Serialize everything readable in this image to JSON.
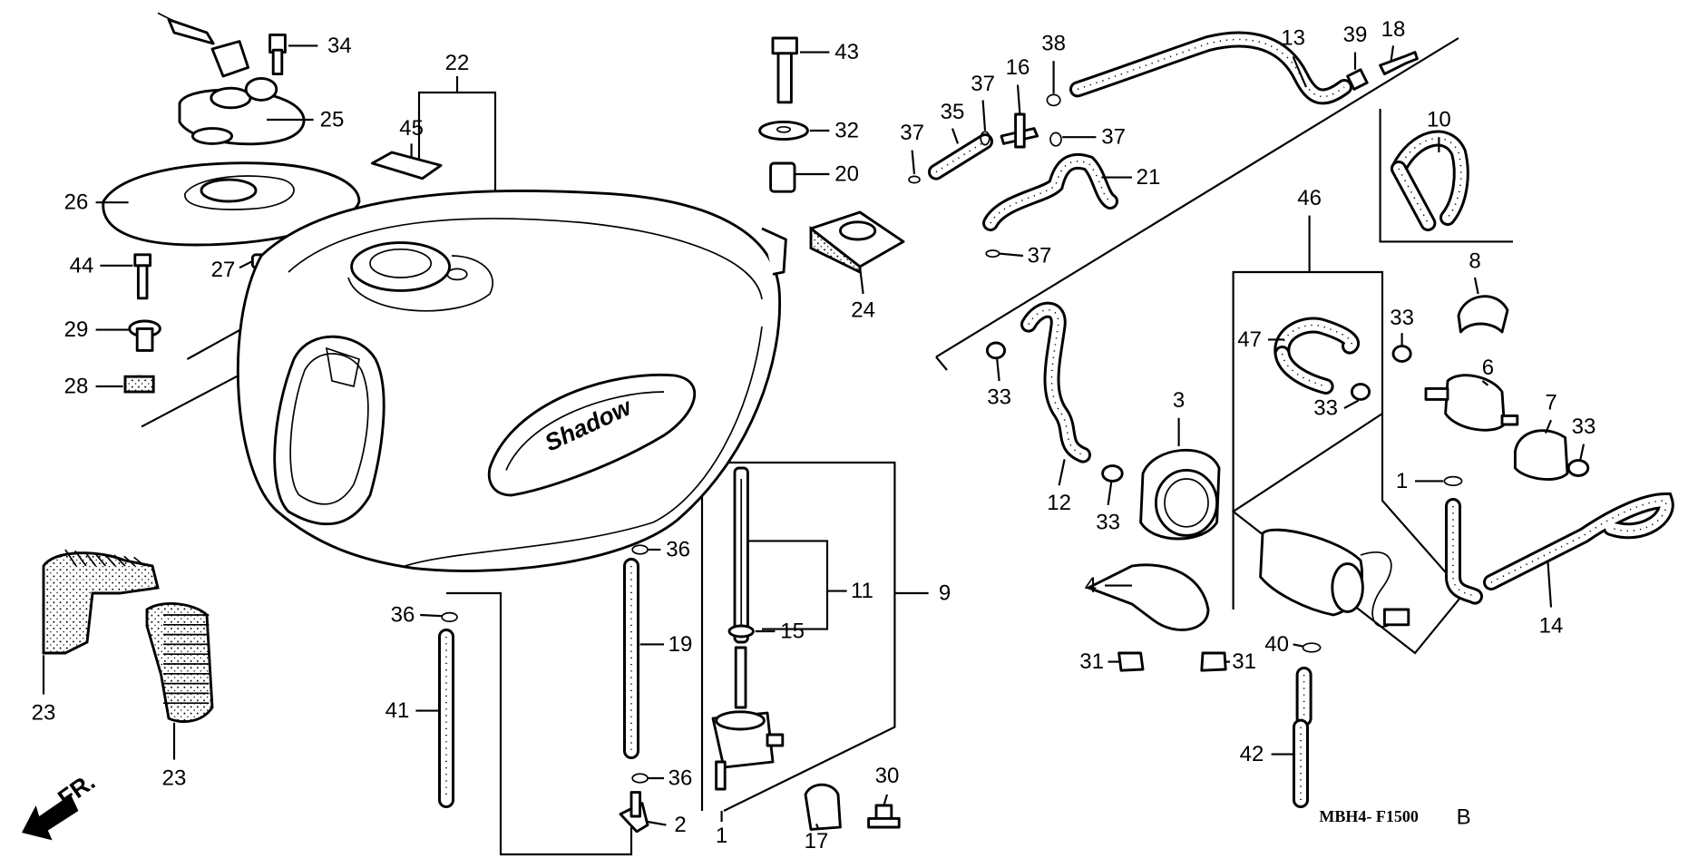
{
  "diagram_code": "MBH4- F1500",
  "diagram_revision": "B",
  "direction_label": "FR.",
  "callouts": [
    "34",
    "25",
    "22",
    "45",
    "26",
    "27",
    "44",
    "29",
    "28",
    "43",
    "32",
    "20",
    "24",
    "37",
    "35",
    "37",
    "16",
    "38",
    "37",
    "21",
    "37",
    "13",
    "39",
    "18",
    "10",
    "8",
    "46",
    "47",
    "33",
    "6",
    "33",
    "3",
    "7",
    "33",
    "33",
    "12",
    "33",
    "1",
    "4",
    "14",
    "31",
    "31",
    "40",
    "42",
    "11",
    "9",
    "15",
    "36",
    "19",
    "36",
    "41",
    "36",
    "2",
    "17",
    "30",
    "1",
    "23",
    "23"
  ],
  "colors": {
    "ink": "#000000",
    "paper": "#ffffff"
  }
}
